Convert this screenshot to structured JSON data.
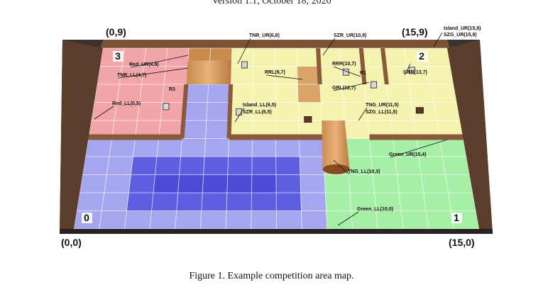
{
  "header": {
    "version_line": "Version 1.1, October 18, 2020"
  },
  "corners": {
    "top_left": "(0,9)",
    "top_right": "(15,9)",
    "bottom_left": "(0,0)",
    "bottom_right": "(15,0)"
  },
  "island_note": {
    "line1": "Island_UR(15,9)",
    "line2": "SZG_UR(15,9)"
  },
  "zones": {
    "zone_0": "0",
    "zone_1": "1",
    "zone_2": "2",
    "zone_3": "3"
  },
  "zone_colors": {
    "red": "#f2a5a9",
    "yellow": "#f4f3b0",
    "blue": "#a6a6f0",
    "deep_blue": "#5d5ee0",
    "green": "#a6efa6",
    "wall": "#8a5a3a"
  },
  "labels": {
    "red_ur": "Red_UR(4,9)",
    "tnr_ll": "TNR_LL(4,7)",
    "r3": "R3",
    "red_ll": "Red_LL(0,5)",
    "tnr_ur": "TNR_UR(6,8)",
    "rrl": "RRL(9,7)",
    "island_ll": "Island_LL(6,5)",
    "szr_ll": "SZR_LL(6,5)",
    "szr_ur": "SZR_UR(10,9)",
    "rrr": "RRR(10,7)",
    "r1": "R1",
    "grl": "GRL(12,7)",
    "grr": "GRR(13,7)",
    "tng_ur": "TNG_UR(11,5)",
    "szg_ll": "SZG_LL(11,5)",
    "green_ur": "Green_UR(15,4)",
    "tng_ll": "TNG_LL(10,3)",
    "green_ll": "Green_LL(10,0)"
  },
  "caption": "Figure 1. Example competition area map."
}
